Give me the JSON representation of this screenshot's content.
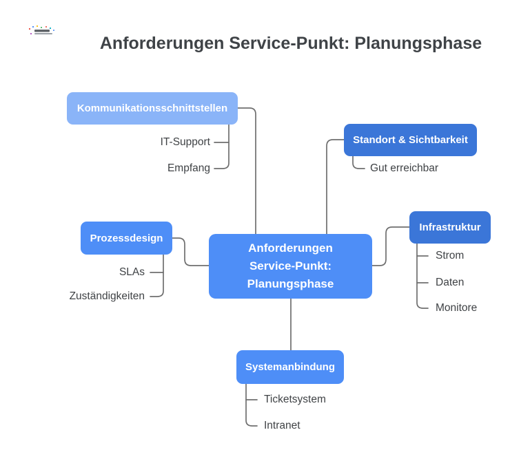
{
  "page": {
    "title": "Anforderungen Service-Punkt: Planungsphase"
  },
  "colors": {
    "blue-bright": "#4E8EF7",
    "blue-dark": "#3B76D8",
    "blue-light": "#8AB4F8",
    "line": "#6E6E6E",
    "text-title": "#3F4347",
    "text-leaf": "#3F4245",
    "node-text": "#FFFFFF"
  },
  "mindmap": {
    "root": {
      "label": "Anforderungen Service-Punkt: Planungsphase",
      "lines": [
        "Anforderungen",
        "Service-Punkt:",
        "Planungsphase"
      ]
    },
    "branches": [
      {
        "label": "Kommunikationsschnittstellen",
        "color": "#8AB4F8",
        "children": [
          "IT-Support",
          "Empfang"
        ]
      },
      {
        "label": "Standort & Sichtbarkeit",
        "color": "#3B76D8",
        "children": [
          "Gut erreichbar"
        ]
      },
      {
        "label": "Prozessdesign",
        "color": "#4E8EF7",
        "children": [
          "SLAs",
          "Zuständigkeiten"
        ]
      },
      {
        "label": "Infrastruktur",
        "color": "#3B76D8",
        "children": [
          "Strom",
          "Daten",
          "Monitore"
        ]
      },
      {
        "label": "Systemanbindung",
        "color": "#4E8EF7",
        "children": [
          "Ticketsystem",
          "Intranet"
        ]
      }
    ]
  }
}
